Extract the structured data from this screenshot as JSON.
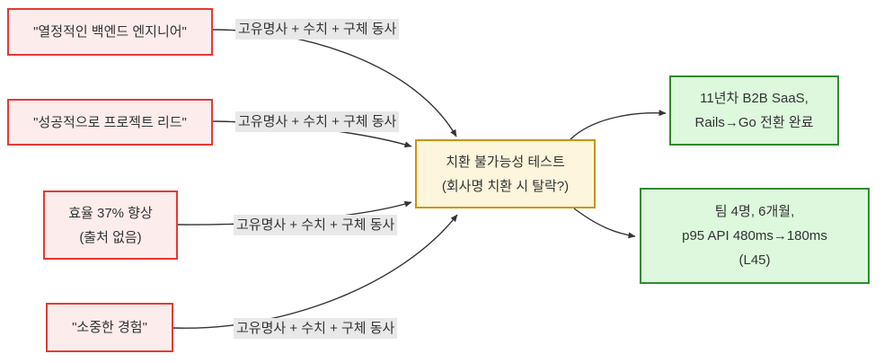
{
  "diagram": {
    "nodes": {
      "claim1": {
        "lines": [
          "\"열정적인 백엔드 엔지니어\""
        ]
      },
      "claim2": {
        "lines": [
          "\"성공적으로 프로젝트 리드\""
        ]
      },
      "claim3": {
        "lines": [
          "효율 37% 향상",
          "(출처 없음)"
        ]
      },
      "claim4": {
        "lines": [
          "\"소중한 경험\""
        ]
      },
      "test": {
        "lines": [
          "치환 불가능성 테스트",
          "(회사명 치환 시 탈락?)"
        ]
      },
      "result1": {
        "lines": [
          "11년차 B2B SaaS,",
          "Rails→Go 전환 완료"
        ]
      },
      "result2": {
        "lines": [
          "팀 4명, 6개월,",
          "p95 API 480ms→180ms",
          "(L45)"
        ]
      }
    },
    "edge_labels": {
      "e1": "고유명사 + 수치 + 구체 동사",
      "e2": "고유명사 + 수치 + 구체 동사",
      "e3": "고유명사 + 수치 + 구체 동사",
      "e4": "고유명사 + 수치 + 구체 동사"
    },
    "colors": {
      "claim_fill": "#fdecec",
      "claim_stroke": "#e53935",
      "test_fill": "#fdf5dc",
      "test_stroke": "#c8950f",
      "result_fill": "#ddf8dd",
      "result_stroke": "#2e8b2e",
      "edge_line": "#333333",
      "edge_label_bg": "#e8e8e8",
      "text": "#333333",
      "background": "#ffffff"
    }
  }
}
